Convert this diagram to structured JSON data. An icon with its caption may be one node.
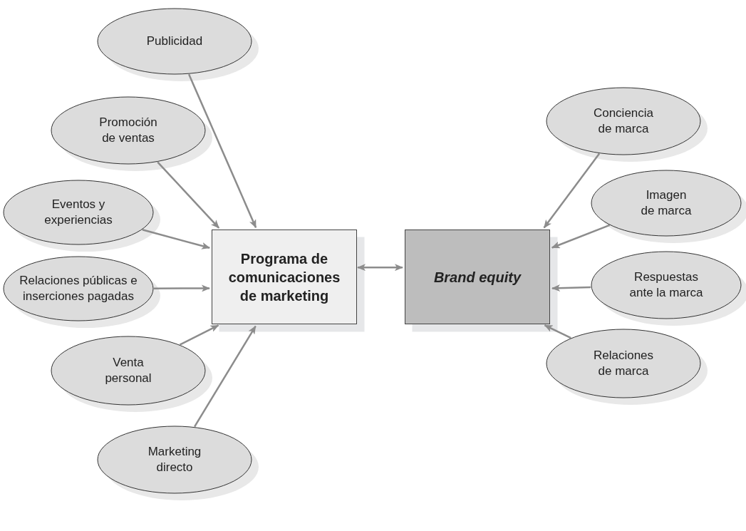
{
  "diagram": {
    "nodes": [
      {
        "text": [
          "Publicidad"
        ]
      },
      {
        "text": [
          "Promoción de ventas"
        ]
      },
      {
        "text": [
          "Eventos y experiencias"
        ]
      },
      {
        "text": [
          "Relaciones públicas e inserciones pagadas"
        ]
      },
      {
        "text": [
          "Venta personal"
        ]
      },
      {
        "text": [
          "Marketing directo"
        ]
      },
      {
        "text": [
          "Programa de comunicaciones de marketing"
        ]
      },
      {
        "text": [
          "Brand equity"
        ]
      },
      {
        "text": [
          "Conciencia de marca"
        ]
      },
      {
        "text": [
          "Imagen de marca"
        ]
      },
      {
        "text": [
          "Respuestas ante la marca"
        ]
      },
      {
        "text": [
          "Relaciones de marca"
        ]
      }
    ],
    "edges": [
      {
        "from": 0,
        "to": 6,
        "arrow": "to"
      },
      {
        "from": 1,
        "to": 6,
        "arrow": "to"
      },
      {
        "from": 2,
        "to": 6,
        "arrow": "to"
      },
      {
        "from": 3,
        "to": 6,
        "arrow": "to"
      },
      {
        "from": 4,
        "to": 6,
        "arrow": "to"
      },
      {
        "from": 5,
        "to": 6,
        "arrow": "to"
      },
      {
        "from": 8,
        "to": 7,
        "arrow": "to"
      },
      {
        "from": 9,
        "to": 7,
        "arrow": "to"
      },
      {
        "from": 10,
        "to": 7,
        "arrow": "to"
      },
      {
        "from": 11,
        "to": 7,
        "arrow": "to"
      },
      {
        "from": 6,
        "to": 7,
        "arrow": "both"
      }
    ]
  }
}
